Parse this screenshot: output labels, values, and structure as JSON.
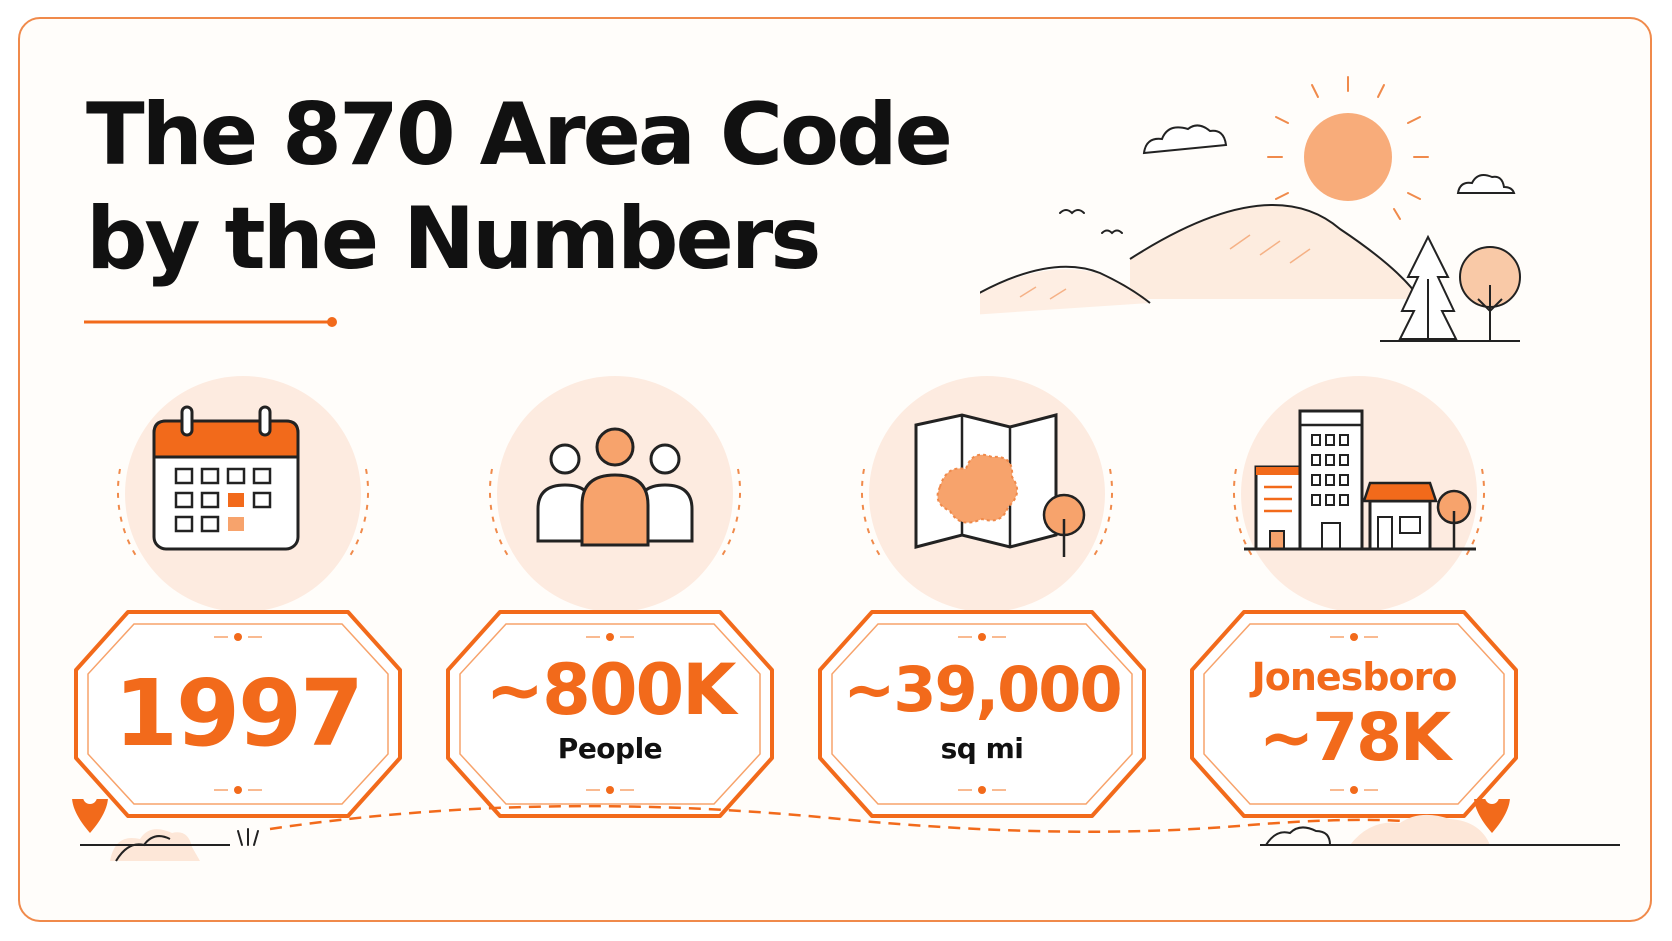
{
  "title": {
    "line1": "The 870 Area Code",
    "line2": "by the Numbers"
  },
  "colors": {
    "accent": "#f26a1b",
    "accent_light": "#f7a36c",
    "peach": "#fde7d8",
    "ink": "#111111"
  },
  "stats": [
    {
      "icon": "calendar-icon",
      "value": "1997",
      "label": ""
    },
    {
      "icon": "people-icon",
      "value": "~800K",
      "label": "People"
    },
    {
      "icon": "map-icon",
      "value": "~39,000",
      "label": "sq mi"
    },
    {
      "icon": "city-icon",
      "value": "Jonesboro",
      "value2": "~78K",
      "label": ""
    }
  ]
}
